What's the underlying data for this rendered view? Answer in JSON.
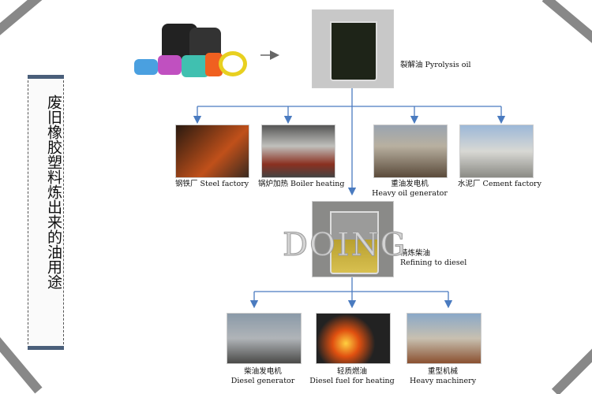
{
  "side_title": "废旧橡胶塑料炼出来的油用途",
  "watermark": "DOING",
  "source": {
    "icon": "tires-and-plastics-image"
  },
  "pyrolysis_oil": {
    "label": "裂解油 Pyrolysis oil"
  },
  "uses_1": [
    {
      "zh": "钢铁厂",
      "en": "Steel factory",
      "color": "#7a3a1a"
    },
    {
      "zh": "锅炉加热",
      "en": "Boiler heating",
      "color": "#8a8a88"
    },
    {
      "zh": "重油发电机",
      "en": "Heavy oil generator",
      "color": "#6a5a4a"
    },
    {
      "zh": "水泥厂",
      "en": "Cement factory",
      "color": "#a9b4c0"
    }
  ],
  "diesel": {
    "zh": "精炼柴油",
    "en": "Refining to diesel"
  },
  "uses_2": [
    {
      "zh": "柴油发电机",
      "en": "Diesel generator",
      "color": "#6f7d8a"
    },
    {
      "zh": "轻质燃油",
      "en": "Diesel fuel for heating",
      "color": "#2a2a2a"
    },
    {
      "zh": "重型机械",
      "en": "Heavy machinery",
      "color": "#8a5a3a"
    }
  ],
  "colors": {
    "arrow": "#4a7bc0",
    "side_bar": "#4a5f7a"
  }
}
